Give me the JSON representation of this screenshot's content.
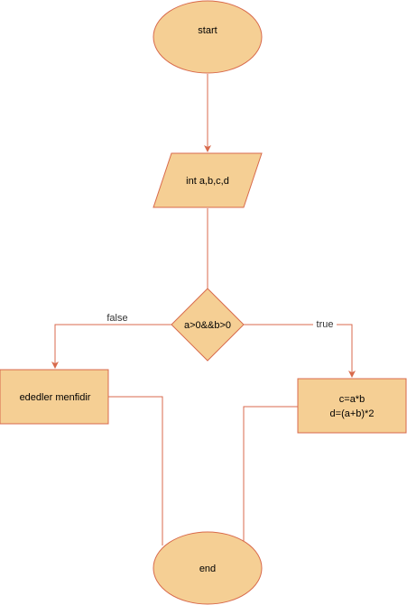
{
  "style": {
    "node_fill": "#f5cf94",
    "node_stroke": "#d86a4c",
    "edge_stroke": "#d86a4c",
    "background": "#ffffff"
  },
  "nodes": {
    "start": {
      "shape": "ellipse",
      "label": "start"
    },
    "input": {
      "shape": "parallelogram",
      "label": "int a,b,c,d"
    },
    "decision": {
      "shape": "diamond",
      "label": "a>0&&b>0"
    },
    "false_branch": {
      "shape": "rectangle",
      "label": "ededler menfidir"
    },
    "true_branch": {
      "shape": "rectangle",
      "label_line1": "c=a*b",
      "label_line2": "d=(a+b)*2"
    },
    "end": {
      "shape": "ellipse",
      "label": "end"
    }
  },
  "edges": {
    "start_to_input": {
      "from": "start",
      "to": "input",
      "label": ""
    },
    "input_to_decision": {
      "from": "input",
      "to": "decision",
      "label": ""
    },
    "decision_false": {
      "from": "decision",
      "to": "false_branch",
      "label": "false"
    },
    "decision_true": {
      "from": "decision",
      "to": "true_branch",
      "label": "true"
    },
    "false_to_end": {
      "from": "false_branch",
      "to": "end",
      "label": ""
    },
    "true_to_end": {
      "from": "true_branch",
      "to": "end",
      "label": ""
    }
  }
}
